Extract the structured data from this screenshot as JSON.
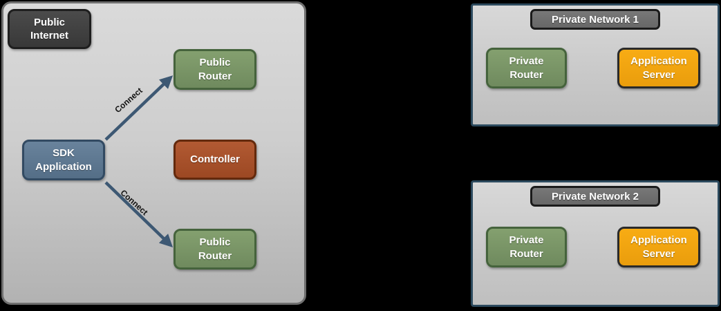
{
  "diagram": {
    "public_zone": {
      "public_internet": "Public Internet",
      "public_router_top": "Public Router",
      "sdk_application": "SDK Application",
      "controller": "Controller",
      "public_router_bottom": "Public Router",
      "connect_top": "Connect",
      "connect_bottom": "Connect"
    },
    "private_network_1": {
      "title": "Private Network 1",
      "private_router": "Private Router",
      "application_server": "Application Server"
    },
    "private_network_2": {
      "title": "Private Network 2",
      "private_router": "Private Router",
      "application_server": "Application Server"
    },
    "colors": {
      "page_background": "#000000",
      "zone_fill_top": "#dadada",
      "zone_fill_bottom": "#b2b2b2",
      "zone_border": "#6f6f6f",
      "network_border": "#2c4a5e",
      "network_title_fill": "#707070",
      "network_title_border": "#1b1b1b",
      "node_dark_fill": "#3f3f3f",
      "node_dark_border": "#1e1e1e",
      "node_green_fill": "#7a9568",
      "node_green_border": "#45633c",
      "node_blue_fill": "#5f7890",
      "node_blue_border": "#324a62",
      "node_rust_fill": "#a85129",
      "node_rust_border": "#63290c",
      "node_orange_fill": "#f1a411",
      "node_orange_border": "#2a2a2a",
      "arrow": "#3d5873",
      "edge_label_text": "#141414",
      "node_text": "#ffffff"
    }
  }
}
